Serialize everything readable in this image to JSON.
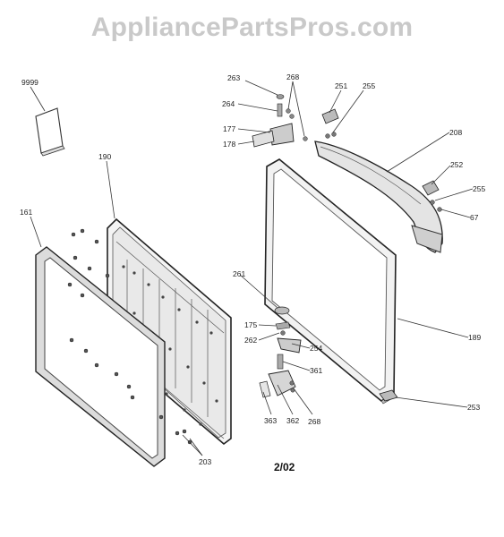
{
  "watermark": "AppliancePartsPros.com",
  "revision": "2/02",
  "parts": {
    "p9999": "9999",
    "p190": "190",
    "p161": "161",
    "p203": "203",
    "p263": "263",
    "p268a": "268",
    "p264": "264",
    "p177": "177",
    "p178": "178",
    "p251": "251",
    "p255a": "255",
    "p208": "208",
    "p252": "252",
    "p255b": "255",
    "p67": "67",
    "p261": "261",
    "p175": "175",
    "p262": "262",
    "p254": "254",
    "p361": "361",
    "p189": "189",
    "p363": "363",
    "p362": "362",
    "p268b": "268",
    "p253": "253"
  }
}
